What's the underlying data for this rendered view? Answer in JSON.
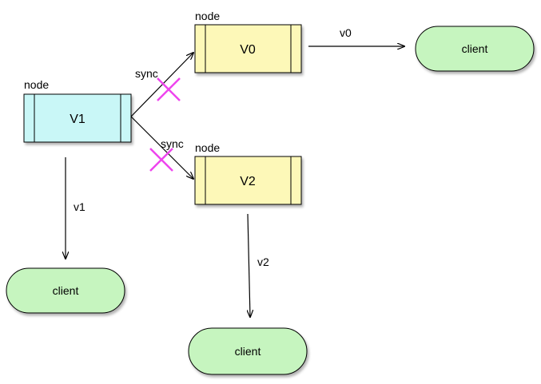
{
  "nodes": {
    "v1": {
      "caption": "node",
      "label": "V1"
    },
    "v0": {
      "caption": "node",
      "label": "V0"
    },
    "v2": {
      "caption": "node",
      "label": "V2"
    }
  },
  "clients": {
    "top_right": {
      "label": "client"
    },
    "bottom_left": {
      "label": "client"
    },
    "bottom_center": {
      "label": "client"
    }
  },
  "edges": {
    "sync_v1_v0": {
      "label": "sync",
      "blocked": true
    },
    "sync_v1_v2": {
      "label": "sync",
      "blocked": true
    },
    "v0_to_client": {
      "label": "v0"
    },
    "v1_to_client": {
      "label": "v1"
    },
    "v2_to_client": {
      "label": "v2"
    }
  },
  "colors": {
    "node_v1_fill": "#c9f7f7",
    "node_v0_v2_fill": "#fdf8b8",
    "client_fill": "#c6f5bf",
    "blocked_mark": "#ee44ee",
    "stroke": "#000000"
  }
}
